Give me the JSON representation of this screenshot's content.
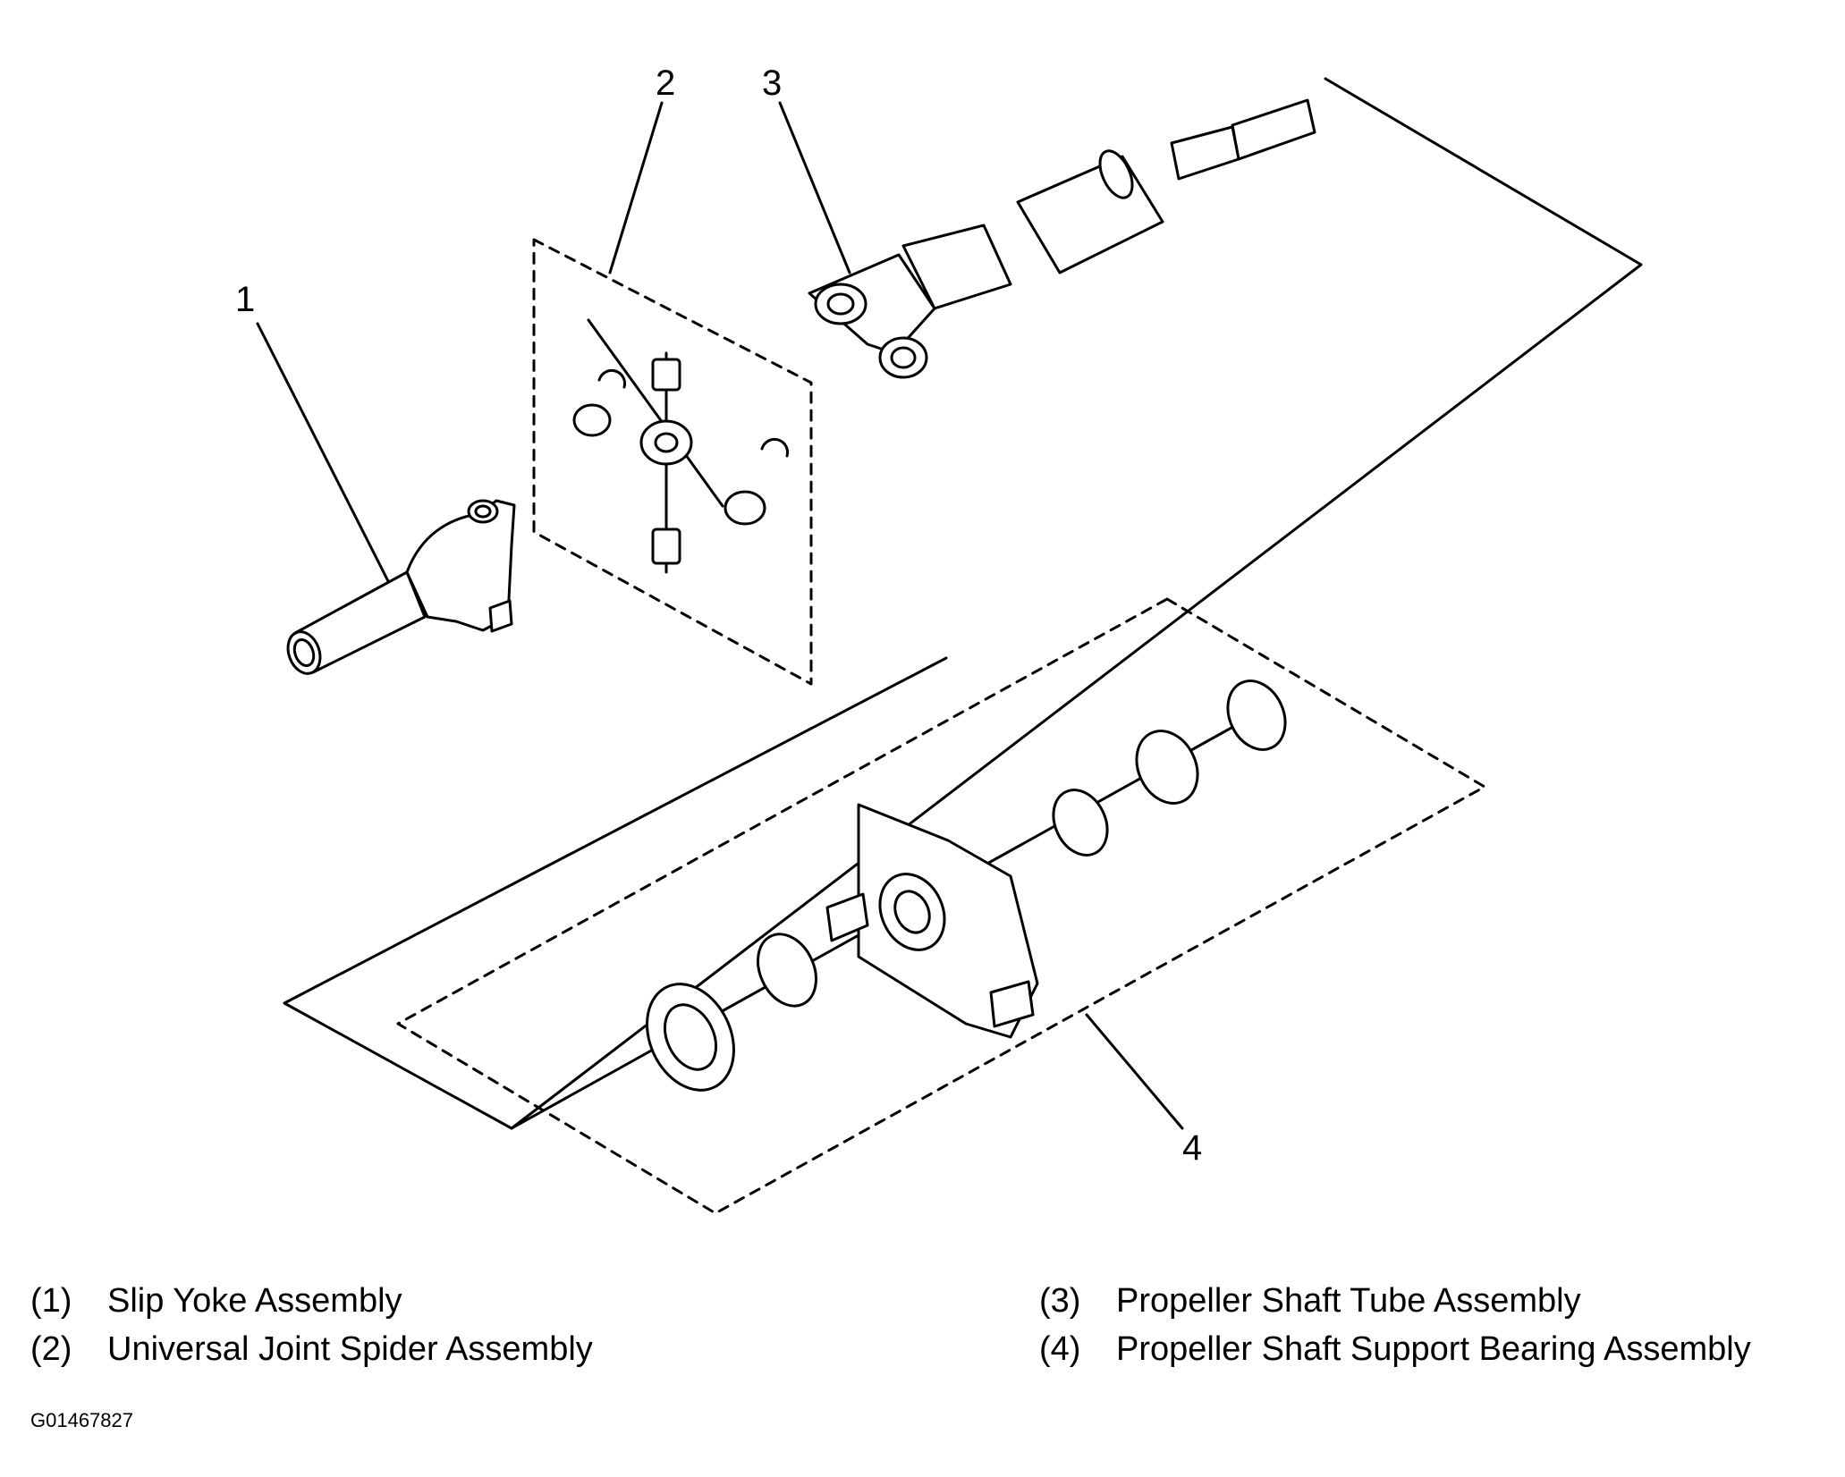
{
  "callouts": [
    {
      "id": "1",
      "label": "1"
    },
    {
      "id": "2",
      "label": "2"
    },
    {
      "id": "3",
      "label": "3"
    },
    {
      "id": "4",
      "label": "4"
    }
  ],
  "legend": [
    {
      "num": "(1)",
      "text": "Slip Yoke Assembly"
    },
    {
      "num": "(2)",
      "text": "Universal Joint Spider Assembly"
    },
    {
      "num": "(3)",
      "text": "Propeller Shaft Tube Assembly"
    },
    {
      "num": "(4)",
      "text": "Propeller Shaft Support Bearing Assembly"
    }
  ],
  "figure_id": "G01467827",
  "colors": {
    "line": "#000000",
    "fill": "#ffffff",
    "background": "#ffffff"
  }
}
